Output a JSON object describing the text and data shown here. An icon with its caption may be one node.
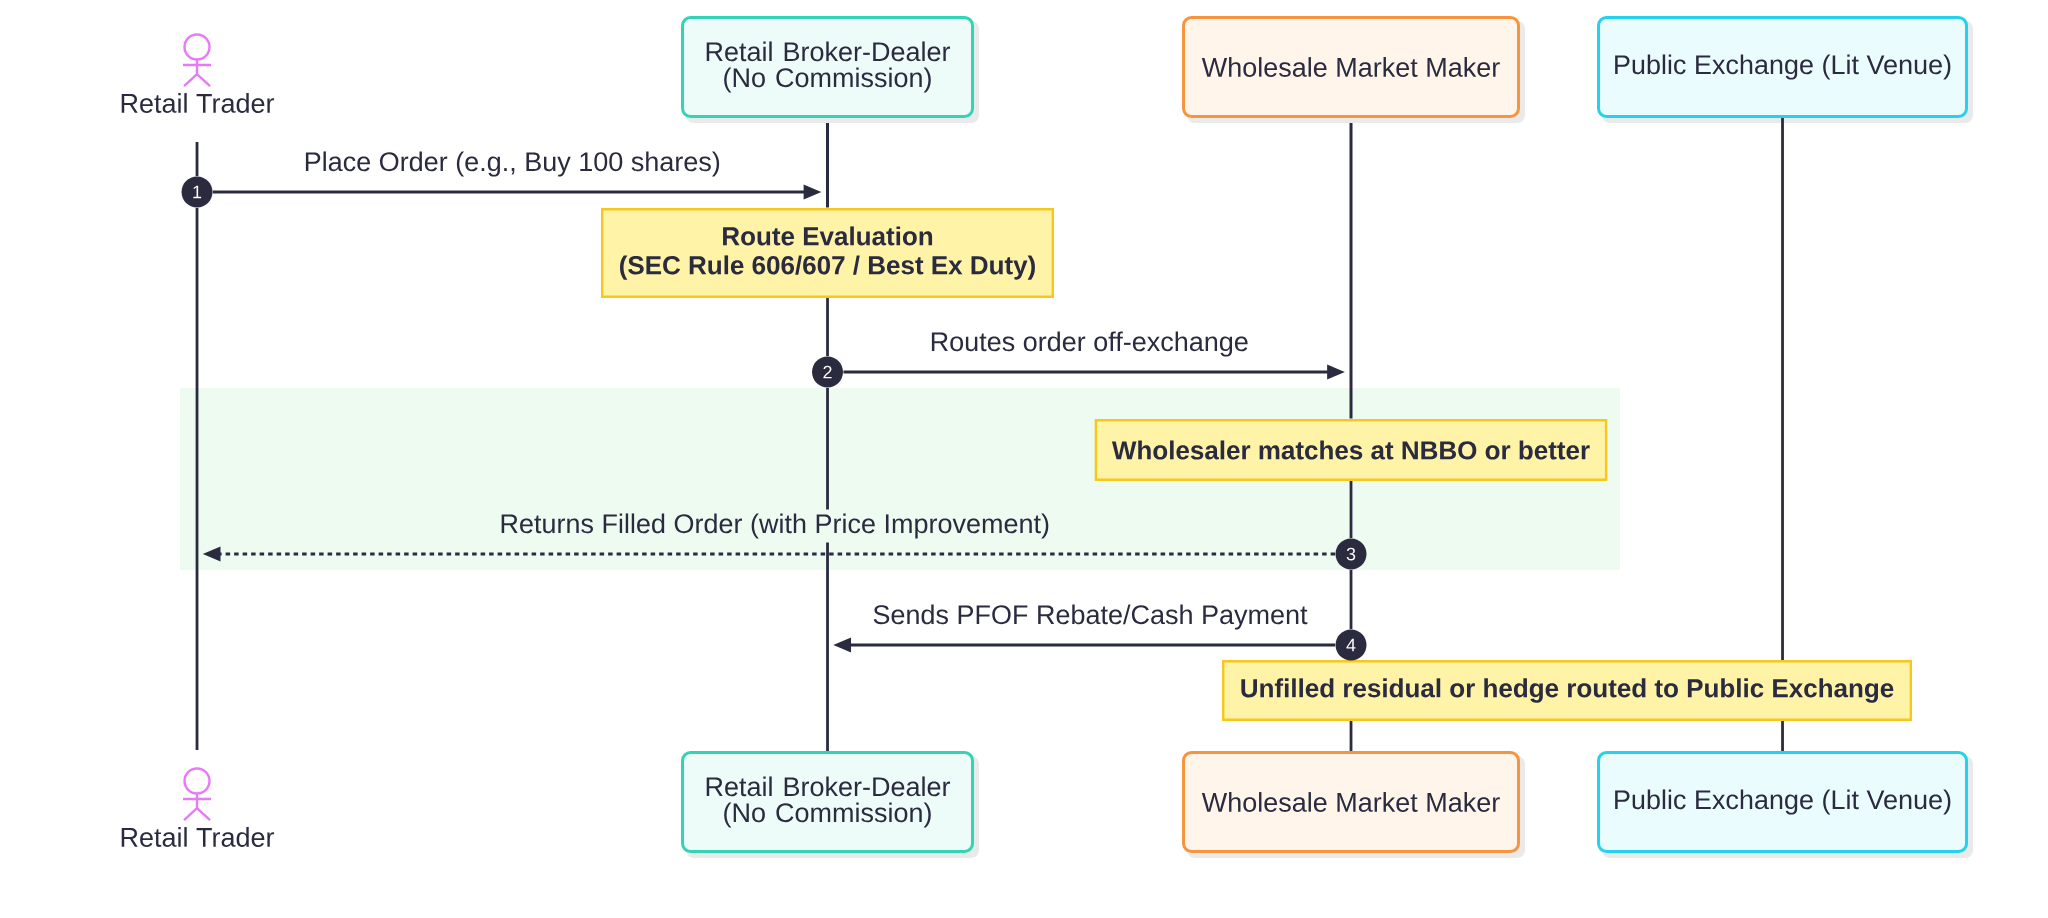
{
  "diagram": {
    "nodes": [
      {
        "text": [
          "Retail Trader"
        ]
      },
      {
        "text": [
          "Retail Broker-Dealer (No Commission)"
        ]
      },
      {
        "text": [
          "Wholesale Market Maker"
        ]
      },
      {
        "text": [
          "Public Exchange (Lit Venue)"
        ]
      },
      {
        "text": [],
        "shape": "bar"
      },
      {
        "text": [],
        "shape": "bar"
      },
      {
        "text": [
          "1"
        ]
      },
      {
        "text": [
          "Route Evaluation",
          "(SEC Rule 606/607 / Best Ex Duty)"
        ]
      },
      {
        "text": [
          "2"
        ]
      },
      {
        "text": [],
        "shape": "box"
      },
      {
        "text": [
          "Wholesaler matches at NBBO or better"
        ],
        "in": 9
      },
      {
        "text": [
          "3"
        ],
        "in": 9
      },
      {
        "text": [
          "4"
        ]
      },
      {
        "text": [
          "Unfilled residual or hedge routed to Public Exchange"
        ]
      },
      {
        "text": [
          "Retail Trader"
        ]
      },
      {
        "text": [
          "Retail Broker-Dealer (No Commission)"
        ]
      },
      {
        "text": [
          "Wholesale Market Maker"
        ]
      },
      {
        "text": [
          "Public Exchange (Lit Venue)"
        ]
      }
    ],
    "edges": [
      {
        "from": 6,
        "to": 4,
        "arrow": "to",
        "label": "Place Order (e.g., Buy 100 shares)"
      },
      {
        "from": 8,
        "to": 5,
        "arrow": "to",
        "label": "Routes order off-exchange"
      },
      {
        "from": 11,
        "to": null,
        "arrow": "to",
        "label": "Returns Filled Order (with Price Improvement)",
        "style": "dashed"
      },
      {
        "from": 12,
        "to": null,
        "arrow": "to",
        "label": "Sends PFOF Rebate/Cash Payment"
      },
      {
        "from": 0,
        "to": 6,
        "arrow": "none"
      },
      {
        "from": 6,
        "to": 14,
        "arrow": "none"
      },
      {
        "from": 7,
        "to": 8,
        "arrow": "none"
      },
      {
        "from": 8,
        "to": 15,
        "arrow": "none"
      },
      {
        "from": 10,
        "to": 11,
        "arrow": "none"
      },
      {
        "from": 11,
        "to": 12,
        "arrow": "none"
      },
      {
        "from": 13,
        "to": 16,
        "arrow": "none"
      },
      {
        "from": 3,
        "to": 13,
        "arrow": "none"
      },
      {
        "from": 13,
        "to": 17,
        "arrow": "none"
      }
    ]
  }
}
